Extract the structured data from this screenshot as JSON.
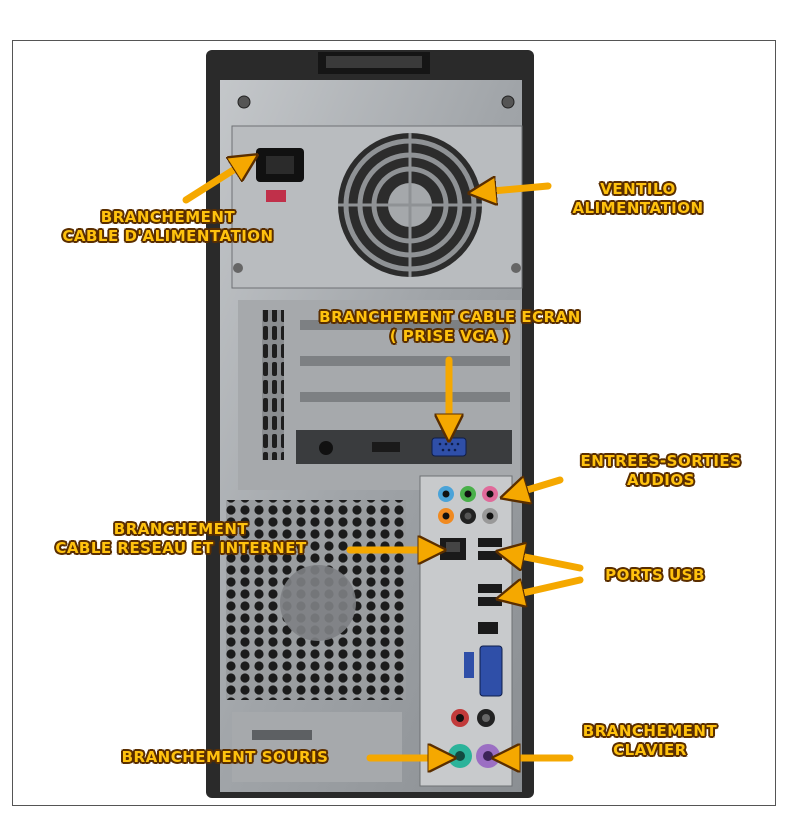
{
  "labels": {
    "power_cable": {
      "line1": "BRANCHEMENT",
      "line2": "CABLE D'ALIMENTATION"
    },
    "psu_fan": {
      "line1": "VENTILO",
      "line2": "ALIMENTATION"
    },
    "vga": {
      "line1": "BRANCHEMENT CABLE ECRAN",
      "line2": "( PRISE VGA )"
    },
    "audio": {
      "line1": "ENTREES-SORTIES",
      "line2": "AUDIOS"
    },
    "network": {
      "line1": "BRANCHEMENT",
      "line2": "CABLE RESEAU ET INTERNET"
    },
    "usb": {
      "line1": "PORTS USB"
    },
    "mouse": {
      "line1": "BRANCHEMENT SOURIS"
    },
    "keyboard": {
      "line1": "BRANCHEMENT",
      "line2": "CLAVIER"
    }
  },
  "colors": {
    "label_fill": "#ffc20e",
    "label_outline": "#5a2e00",
    "arrow": "#f5a800",
    "case_dark": "#2b2b2b",
    "case_metal": "#a9acaf"
  }
}
